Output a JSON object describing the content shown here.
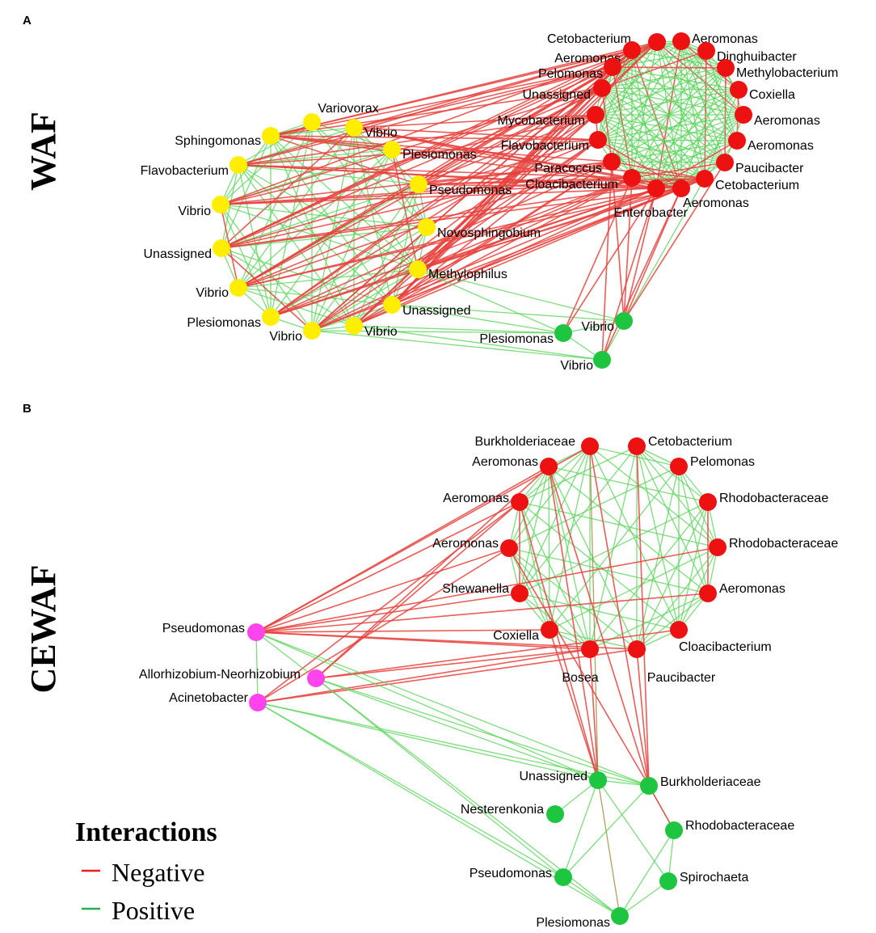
{
  "panels": [
    {
      "letter": "A",
      "title": "WAF",
      "nodes": [
        {
          "label": "Cetobacterium",
          "color": "red"
        },
        {
          "label": "Aeromonas",
          "color": "red"
        },
        {
          "label": "Aeromonas",
          "color": "red"
        },
        {
          "label": "Dinghuibacter",
          "color": "red"
        },
        {
          "label": "Pelomonas",
          "color": "red"
        },
        {
          "label": "Methylobacterium",
          "color": "red"
        },
        {
          "label": "Unassigned",
          "color": "red"
        },
        {
          "label": "Coxiella",
          "color": "red"
        },
        {
          "label": "Mycobacterium",
          "color": "red"
        },
        {
          "label": "Aeromonas",
          "color": "red"
        },
        {
          "label": "Flavobacterium",
          "color": "red"
        },
        {
          "label": "Aeromonas",
          "color": "red"
        },
        {
          "label": "Paracoccus",
          "color": "red"
        },
        {
          "label": "Paucibacter",
          "color": "red"
        },
        {
          "label": "Cloacibacterium",
          "color": "red"
        },
        {
          "label": "Cetobacterium",
          "color": "red"
        },
        {
          "label": "Enterobacter",
          "color": "red"
        },
        {
          "label": "Aeromonas",
          "color": "red"
        },
        {
          "label": "Variovorax",
          "color": "yellow"
        },
        {
          "label": "Sphingomonas",
          "color": "yellow"
        },
        {
          "label": "Vibrio",
          "color": "yellow"
        },
        {
          "label": "Plesiomonas",
          "color": "yellow"
        },
        {
          "label": "Flavobacterium",
          "color": "yellow"
        },
        {
          "label": "Pseudomonas",
          "color": "yellow"
        },
        {
          "label": "Vibrio",
          "color": "yellow"
        },
        {
          "label": "Novosphingobium",
          "color": "yellow"
        },
        {
          "label": "Unassigned",
          "color": "yellow"
        },
        {
          "label": "Methylophilus",
          "color": "yellow"
        },
        {
          "label": "Vibrio",
          "color": "yellow"
        },
        {
          "label": "Unassigned",
          "color": "yellow"
        },
        {
          "label": "Plesiomonas",
          "color": "yellow"
        },
        {
          "label": "Vibrio",
          "color": "yellow"
        },
        {
          "label": "Vibrio",
          "color": "yellow"
        },
        {
          "label": "Plesiomonas",
          "color": "green"
        },
        {
          "label": "Vibrio",
          "color": "green"
        },
        {
          "label": "Vibrio",
          "color": "green"
        }
      ]
    },
    {
      "letter": "B",
      "title": "CEWAF",
      "nodes": [
        {
          "label": "Burkholderiaceae",
          "color": "red"
        },
        {
          "label": "Cetobacterium",
          "color": "red"
        },
        {
          "label": "Aeromonas",
          "color": "red"
        },
        {
          "label": "Pelomonas",
          "color": "red"
        },
        {
          "label": "Aeromonas",
          "color": "red"
        },
        {
          "label": "Rhodobacteraceae",
          "color": "red"
        },
        {
          "label": "Aeromonas",
          "color": "red"
        },
        {
          "label": "Rhodobacteraceae",
          "color": "red"
        },
        {
          "label": "Shewanella",
          "color": "red"
        },
        {
          "label": "Aeromonas",
          "color": "red"
        },
        {
          "label": "Coxiella",
          "color": "red"
        },
        {
          "label": "Cloacibacterium",
          "color": "red"
        },
        {
          "label": "Bosea",
          "color": "red"
        },
        {
          "label": "Paucibacter",
          "color": "red"
        },
        {
          "label": "Pseudomonas",
          "color": "magenta"
        },
        {
          "label": "Allorhizobium-Neorhizobium",
          "color": "magenta"
        },
        {
          "label": "Acinetobacter",
          "color": "magenta"
        },
        {
          "label": "Unassigned",
          "color": "green"
        },
        {
          "label": "Burkholderiaceae",
          "color": "green"
        },
        {
          "label": "Nesterenkonia",
          "color": "green"
        },
        {
          "label": "Rhodobacteraceae",
          "color": "green"
        },
        {
          "label": "Pseudomonas",
          "color": "green"
        },
        {
          "label": "Spirochaeta",
          "color": "green"
        },
        {
          "label": "Plesiomonas",
          "color": "green"
        }
      ]
    }
  ],
  "legend": {
    "title": "Interactions",
    "items": [
      {
        "label": "Negative",
        "color": "#ee1c1c"
      },
      {
        "label": "Positive",
        "color": "#22b14c"
      }
    ]
  },
  "colors": {
    "red": "#ee1111",
    "yellow": "#ffee00",
    "green": "#1ec541",
    "magenta": "#ff44ee",
    "negative_edge": "#e8413c",
    "positive_edge": "#5cd45c"
  }
}
